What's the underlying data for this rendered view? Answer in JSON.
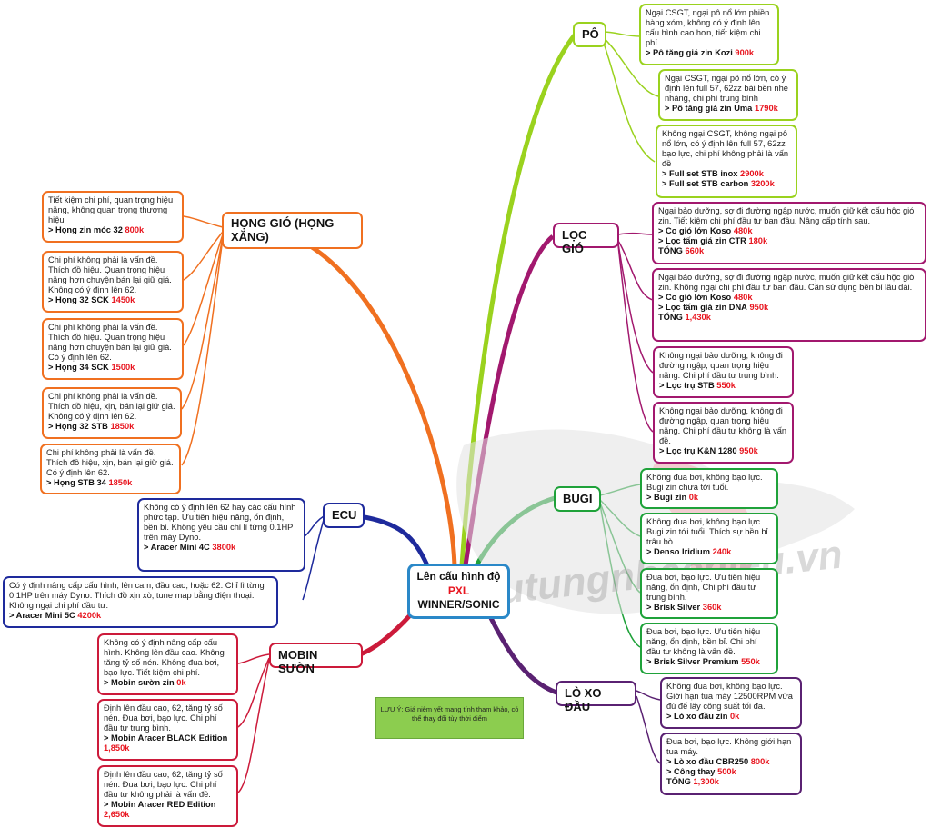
{
  "center": {
    "line1": "Lên cấu hình độ",
    "line2": "PXL",
    "line3": "WINNER/SONIC"
  },
  "note": "LƯU Ý: Giá niêm yết mang tính tham khảo, có thể thay đổi tùy thời điểm",
  "watermark": "phutungnhachieu.vn",
  "colors": {
    "center": "#2a88c8",
    "po": "#9ad21e",
    "loc_gio": "#a2186e",
    "bugi": "#1fa23a",
    "lo_xo": "#5a2172",
    "hong_gio": "#f07020",
    "ecu": "#1e2a9c",
    "mobin": "#cc1a3a",
    "price": "#e8141e"
  },
  "branches": {
    "po": {
      "title": "PÔ",
      "items": [
        {
          "desc": "Ngại CSGT, ngại pô nổ lớn phiền hàng xóm, không có ý định lên cấu hình cao hơn, tiết kiệm chi phí",
          "lines": [
            {
              "name": "> Pô tăng giá zin Kozi",
              "price": "900k"
            }
          ]
        },
        {
          "desc": "Ngại CSGT, ngại pô nổ lớn, có ý định lên full 57, 62zz bài bền nhẹ nhàng, chi phí trung bình",
          "lines": [
            {
              "name": "> Pô tăng giá zin Uma",
              "price": "1790k"
            }
          ]
        },
        {
          "desc": "Không ngại CSGT, không ngại pô nổ lớn, có ý định lên full 57, 62zz bạo lực, chi phí không phải là vấn đề",
          "lines": [
            {
              "name": "> Full set STB inox",
              "price": "2900k"
            },
            {
              "name": "> Full set STB carbon",
              "price": "3200k"
            }
          ]
        }
      ]
    },
    "loc_gio": {
      "title": "LỌC GIÓ",
      "items": [
        {
          "desc": "Ngại bảo dưỡng, sợ đi đường ngập nước, muốn giữ kết cấu hộc gió zin. Tiết kiệm chi phí đầu tư ban đầu. Nâng cấp tính sau.",
          "lines": [
            {
              "name": "> Co gió lớn Koso",
              "price": "480k"
            },
            {
              "name": "> Lọc tấm giá zin CTR",
              "price": "180k"
            },
            {
              "name": "TỔNG",
              "price": "660k"
            }
          ]
        },
        {
          "desc": "Ngại bảo dưỡng, sợ đi đường ngập nước, muốn giữ kết cấu hộc gió zin. Không ngại chi phí đầu tư ban đầu. Cần sử dụng bền bỉ lâu dài.",
          "lines": [
            {
              "name": "> Co gió lớn Koso",
              "price": "480k"
            },
            {
              "name": "> Lọc tấm giá zin DNA",
              "price": "950k"
            },
            {
              "name": "TỔNG",
              "price": "1,430k"
            }
          ]
        },
        {
          "desc": "Không ngại bảo dưỡng, không đi đường ngập, quan trọng hiệu năng. Chi phí đầu tư trung bình.",
          "lines": [
            {
              "name": "> Lọc trụ STB",
              "price": "550k"
            }
          ]
        },
        {
          "desc": "Không ngại bảo dưỡng, không đi đường ngập, quan trọng hiệu năng. Chi phí đầu tư không là vấn đề.",
          "lines": [
            {
              "name": "> Lọc trụ K&N 1280",
              "price": "950k"
            }
          ]
        }
      ]
    },
    "bugi": {
      "title": "BUGI",
      "items": [
        {
          "desc": "Không đua bơi, không bạo lực. Bugi zin chưa tới tuổi.",
          "lines": [
            {
              "name": "> Bugi zin",
              "price": "0k"
            }
          ]
        },
        {
          "desc": "Không đua bơi, không bạo lực. Bugi zin tới tuổi. Thích sự bền bỉ trâu bò.",
          "lines": [
            {
              "name": "> Denso Iridium",
              "price": "240k"
            }
          ]
        },
        {
          "desc": "Đua bơi, bạo lực. Ưu tiên hiệu năng, ổn định, Chi phí đầu tư trung bình.",
          "lines": [
            {
              "name": "> Brisk Silver",
              "price": "360k"
            }
          ]
        },
        {
          "desc": "Đua bơi, bạo lực. Ưu tiên hiệu năng, ổn định, bền bỉ. Chi phí đầu tư không là vấn đề.",
          "lines": [
            {
              "name": "> Brisk Silver Premium",
              "price": "550k"
            }
          ]
        }
      ]
    },
    "lo_xo_dau": {
      "title": "LÒ XO ĐẦU",
      "items": [
        {
          "desc": "Không đua bơi, không bạo lực. Giới hạn tua máy 12500RPM vừa đủ để lấy công suất tối đa.",
          "lines": [
            {
              "name": "> Lò xo đầu zin",
              "price": "0k"
            }
          ]
        },
        {
          "desc": "Đua bơi, bạo lực. Không giới hạn tua máy.",
          "lines": [
            {
              "name": "> Lò xo đầu CBR250",
              "price": "800k"
            },
            {
              "name": "> Công thay",
              "price": "500k"
            },
            {
              "name": "TỔNG",
              "price": "1,300k"
            }
          ]
        }
      ]
    },
    "hong_gio": {
      "title": "HỌNG GIÓ (HỌNG XĂNG)",
      "items": [
        {
          "desc": "Tiết kiệm chi phí, quan trọng hiệu năng, không quan trọng thương hiệu",
          "lines": [
            {
              "name": "> Họng zin móc 32",
              "price": "800k"
            }
          ]
        },
        {
          "desc": "Chi phí không phải là vấn đề. Thích đồ hiệu. Quan trọng hiệu năng hơn chuyện bán lại giữ giá. Không có ý định lên 62.",
          "lines": [
            {
              "name": "> Họng 32 SCK",
              "price": "1450k"
            }
          ]
        },
        {
          "desc": "Chi phí không phải là vấn đề. Thích đồ hiệu. Quan trọng hiệu năng hơn chuyện bán lại giữ giá. Có ý định lên 62.",
          "lines": [
            {
              "name": "> Họng 34 SCK",
              "price": "1500k"
            }
          ]
        },
        {
          "desc": "Chi phí không phải là vấn đề. Thích đồ hiệu, xịn, bán lại giữ giá. Không có ý định lên 62.",
          "lines": [
            {
              "name": "> Họng 32 STB",
              "price": "1850k"
            }
          ]
        },
        {
          "desc": "Chi phí không phải là vấn đề. Thích đồ hiệu, xịn, bán lại giữ giá. Có ý định lên 62.",
          "lines": [
            {
              "name": "> Họng STB 34",
              "price": "1850k"
            }
          ]
        }
      ]
    },
    "ecu": {
      "title": "ECU",
      "items": [
        {
          "desc": "Không có ý định lên 62 hay các cấu hình phức tạp. Ưu tiên hiệu năng, ổn định, bền bỉ. Không yêu cầu chỉ lì từng 0.1HP trên máy Dyno.",
          "lines": [
            {
              "name": "> Aracer Mini 4C",
              "price": "3800k"
            }
          ]
        },
        {
          "desc": "Có ý định nâng cấp cấu hình, lên cam, đầu cao, hoặc 62. Chỉ lì từng 0.1HP trên máy Dyno. Thích đồ xịn xò, tune map bằng điện thoại. Không ngại chi phí đầu tư.",
          "lines": [
            {
              "name": "> Aracer Mini 5C",
              "price": "4200k"
            }
          ]
        }
      ]
    },
    "mobin_suon": {
      "title": "MOBIN SƯỜN",
      "items": [
        {
          "desc": "Không có ý định nâng cấp cấu hình. Không lên đầu cao. Không tăng tỷ số nén. Không đua bơi, bạo lực. Tiết kiệm chi phí.",
          "lines": [
            {
              "name": "> Mobin sườn zin",
              "price": "0k"
            }
          ]
        },
        {
          "desc": "Định lên đầu cao, 62, tăng tỷ số nén. Đua bơi, bạo lực. Chi phí đầu tư trung bình.",
          "lines": [
            {
              "name": "> Mobin Aracer BLACK Edition",
              "price": "1,850k"
            }
          ]
        },
        {
          "desc": "Định lên đầu cao, 62, tăng tỷ số nén. Đua bơi, bạo lực. Chi phí đầu tư không phải là vấn đề.",
          "lines": [
            {
              "name": "> Mobin Aracer RED Edition",
              "price": "2,650k"
            }
          ]
        }
      ]
    }
  }
}
